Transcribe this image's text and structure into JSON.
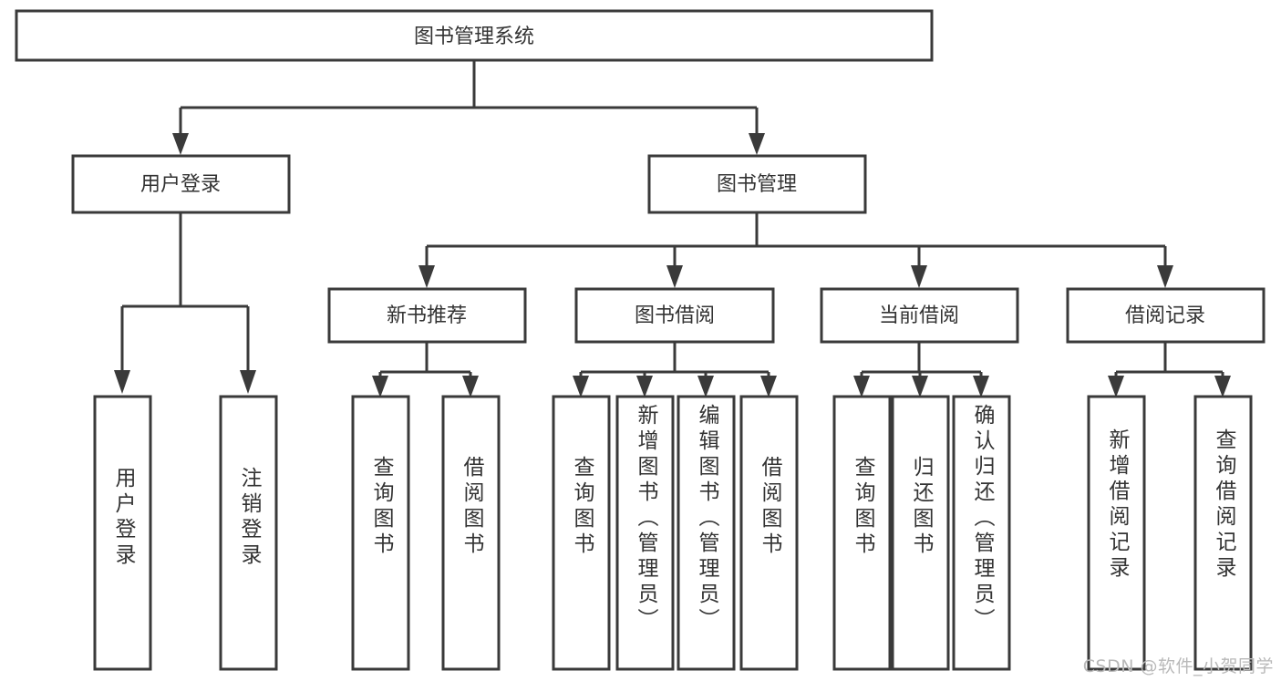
{
  "diagram": {
    "title": "图书管理系统",
    "type": "tree",
    "stroke_color": "#3a3a3a",
    "text_color": "#333333",
    "background_color": "#ffffff",
    "root": {
      "id": "root",
      "label": "图书管理系统",
      "orientation": "horizontal"
    },
    "level2": [
      {
        "id": "user-login",
        "label": "用户登录",
        "orientation": "horizontal"
      },
      {
        "id": "book-management",
        "label": "图书管理",
        "orientation": "horizontal"
      }
    ],
    "level3": [
      {
        "id": "new-book-recommend",
        "label": "新书推荐",
        "orientation": "horizontal"
      },
      {
        "id": "book-borrow",
        "label": "图书借阅",
        "orientation": "horizontal"
      },
      {
        "id": "current-borrow",
        "label": "当前借阅",
        "orientation": "horizontal"
      },
      {
        "id": "borrow-record",
        "label": "借阅记录",
        "orientation": "horizontal"
      }
    ],
    "leaves": {
      "user-login": [
        {
          "id": "leaf-user-login",
          "label": "用户登录",
          "orientation": "vertical"
        },
        {
          "id": "leaf-logout",
          "label": "注销登录",
          "orientation": "vertical"
        }
      ],
      "new-book-recommend": [
        {
          "id": "leaf-query-book-1",
          "label": "查询图书",
          "orientation": "vertical"
        },
        {
          "id": "leaf-borrow-book-1",
          "label": "借阅图书",
          "orientation": "vertical"
        }
      ],
      "book-borrow": [
        {
          "id": "leaf-query-book-2",
          "label": "查询图书",
          "orientation": "vertical"
        },
        {
          "id": "leaf-add-book",
          "label": "新增图书（管理员）",
          "orientation": "vertical"
        },
        {
          "id": "leaf-edit-book",
          "label": "编辑图书（管理员）",
          "orientation": "vertical"
        },
        {
          "id": "leaf-borrow-book-2",
          "label": "借阅图书",
          "orientation": "vertical"
        }
      ],
      "current-borrow": [
        {
          "id": "leaf-query-book-3",
          "label": "查询图书",
          "orientation": "vertical"
        },
        {
          "id": "leaf-return-book",
          "label": "归还图书",
          "orientation": "vertical"
        },
        {
          "id": "leaf-confirm-return",
          "label": "确认归还（管理员）",
          "orientation": "vertical"
        }
      ],
      "borrow-record": [
        {
          "id": "leaf-add-record",
          "label": "新增借阅记录",
          "orientation": "vertical"
        },
        {
          "id": "leaf-query-record",
          "label": "查询借阅记录",
          "orientation": "vertical"
        }
      ]
    }
  },
  "watermark": {
    "text": "CSDN @软件_小贺同学"
  }
}
